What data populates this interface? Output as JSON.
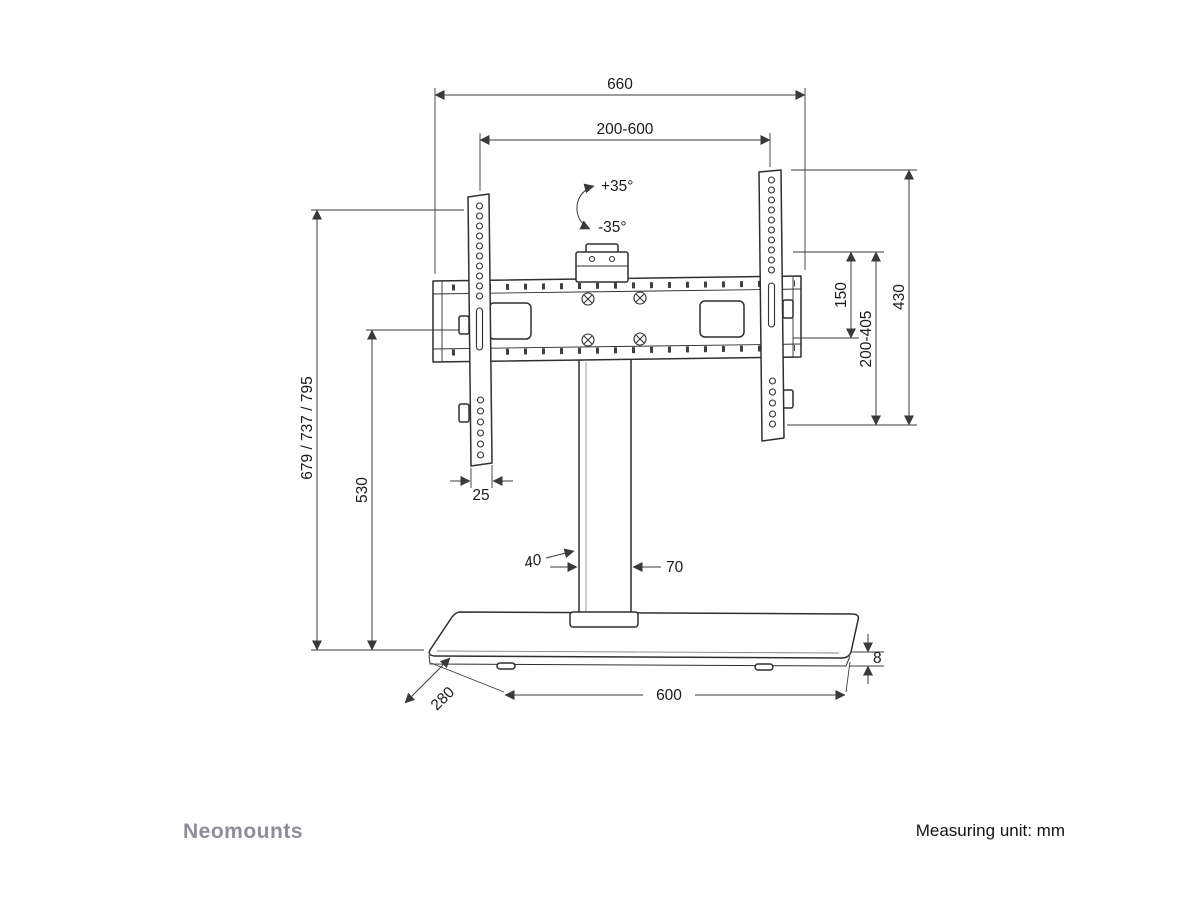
{
  "brand": "Neomounts",
  "footer_note": "Measuring unit: mm",
  "dims": {
    "overall_width": "660",
    "vesa_width_range": "200-600",
    "tilt_up": "+35°",
    "tilt_down": "-35°",
    "hole_span": "150",
    "vesa_height_range": "200-405",
    "bracket_height": "430",
    "total_height": "679 / 737 / 795",
    "column_height": "530",
    "bracket_depth": "25",
    "column_depth": "40",
    "column_width": "70",
    "base_width": "600",
    "base_depth": "280",
    "base_thickness": "8"
  }
}
